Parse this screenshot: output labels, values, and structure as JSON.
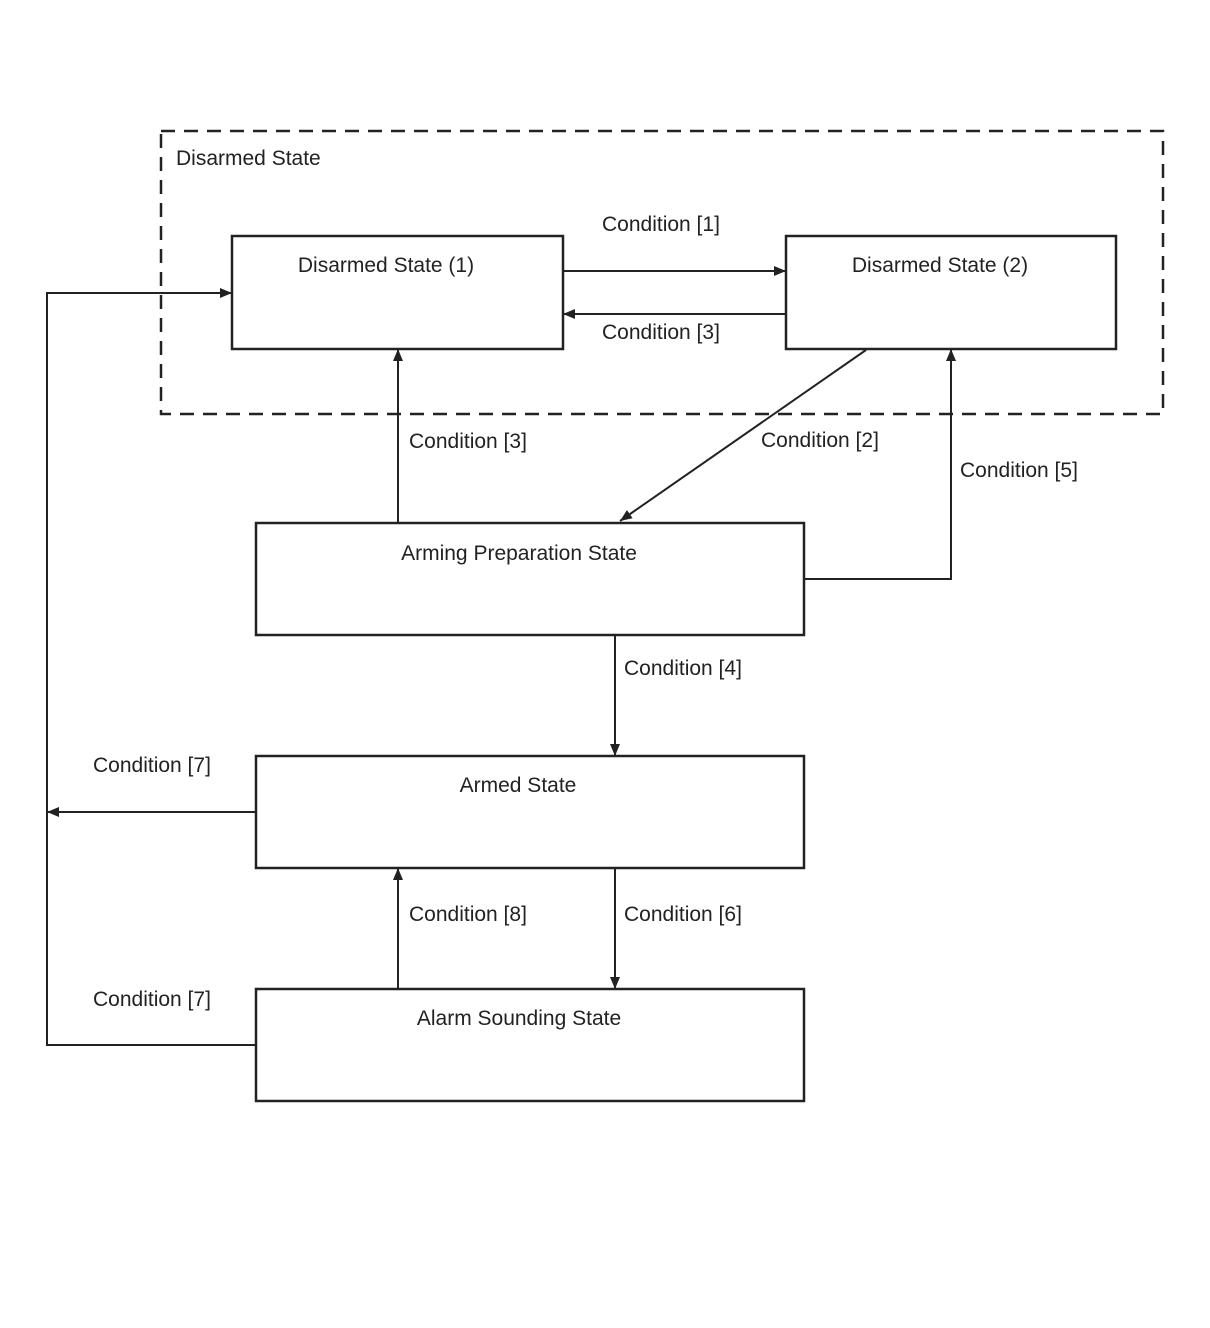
{
  "group": {
    "label": "Disarmed State"
  },
  "states": {
    "disarmed_1": "Disarmed State (1)",
    "disarmed_2": "Disarmed State (2)",
    "arming_preparation": "Arming Preparation State",
    "armed": "Armed State",
    "alarm_sounding": "Alarm Sounding State"
  },
  "transitions": {
    "d1_to_d2": "Condition [1]",
    "d2_to_d1": "Condition [3]",
    "arming_to_d1": "Condition [3]",
    "d2_to_arming": "Condition [2]",
    "arming_to_d2": "Condition [5]",
    "arming_to_armed": "Condition [4]",
    "armed_to_d1": "Condition [7]",
    "armed_to_alarm": "Condition [6]",
    "alarm_to_armed": "Condition [8]",
    "alarm_to_d1": "Condition [7]"
  },
  "colors": {
    "stroke": "#222222",
    "background": "#ffffff"
  }
}
